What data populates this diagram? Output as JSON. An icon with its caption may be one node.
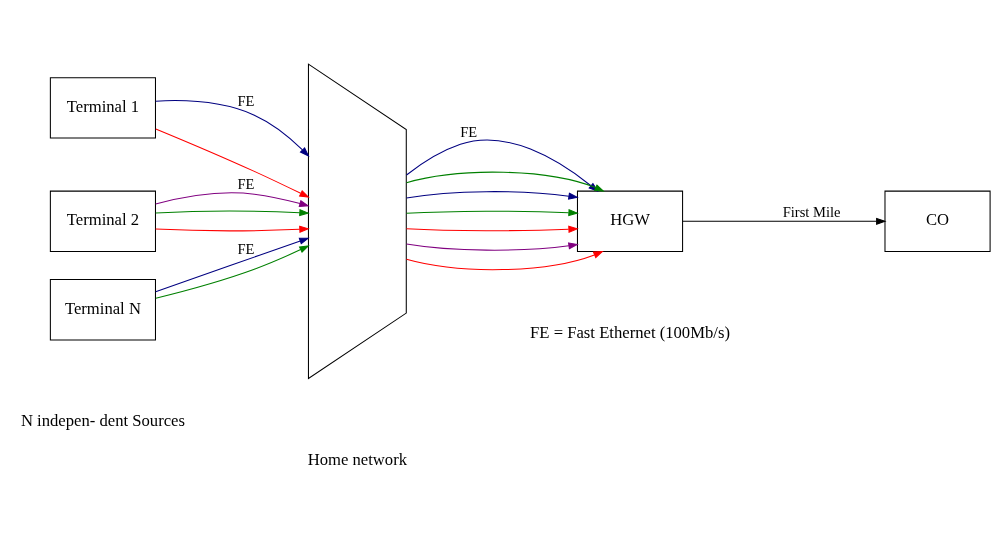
{
  "diagram": {
    "nodes": [
      {
        "text": [
          "Terminal 1"
        ]
      },
      {
        "text": [
          "Terminal 2"
        ]
      },
      {
        "text": [
          "Terminal N"
        ]
      },
      {
        "text": [],
        "shape": "trapezoid"
      },
      {
        "text": [
          "HGW"
        ]
      },
      {
        "text": [
          "CO"
        ]
      }
    ],
    "edges": [
      {
        "from": 0,
        "to": 3,
        "arrow": "to",
        "label": "FE",
        "color": "#000080"
      },
      {
        "from": 0,
        "to": 3,
        "arrow": "to",
        "color": "#ff0000"
      },
      {
        "from": 1,
        "to": 3,
        "arrow": "to",
        "label": "FE",
        "color": "#800080"
      },
      {
        "from": 1,
        "to": 3,
        "arrow": "to",
        "color": "#ff0000"
      },
      {
        "from": 1,
        "to": 3,
        "arrow": "to",
        "color": "#008000"
      },
      {
        "from": 2,
        "to": 3,
        "arrow": "to",
        "label": "FE",
        "color": "#000080"
      },
      {
        "from": 2,
        "to": 3,
        "arrow": "to",
        "color": "#008000"
      },
      {
        "from": 3,
        "to": 4,
        "arrow": "to",
        "label": "FE",
        "color": "#000080"
      },
      {
        "from": 3,
        "to": 4,
        "arrow": "to",
        "color": "#ff0000"
      },
      {
        "from": 3,
        "to": 4,
        "arrow": "to",
        "color": "#800080"
      },
      {
        "from": 3,
        "to": 4,
        "arrow": "to",
        "color": "#ff0000"
      },
      {
        "from": 3,
        "to": 4,
        "arrow": "to",
        "color": "#008000"
      },
      {
        "from": 3,
        "to": 4,
        "arrow": "to",
        "color": "#000080"
      },
      {
        "from": 3,
        "to": 4,
        "arrow": "to",
        "color": "#008000"
      },
      {
        "from": 4,
        "to": 5,
        "arrow": "to",
        "label": "First Mile",
        "color": "#000000"
      }
    ],
    "labels": [
      "N indepen- dent Sources",
      "Home network",
      "FE = Fast Ethernet (100Mb/s)"
    ]
  }
}
